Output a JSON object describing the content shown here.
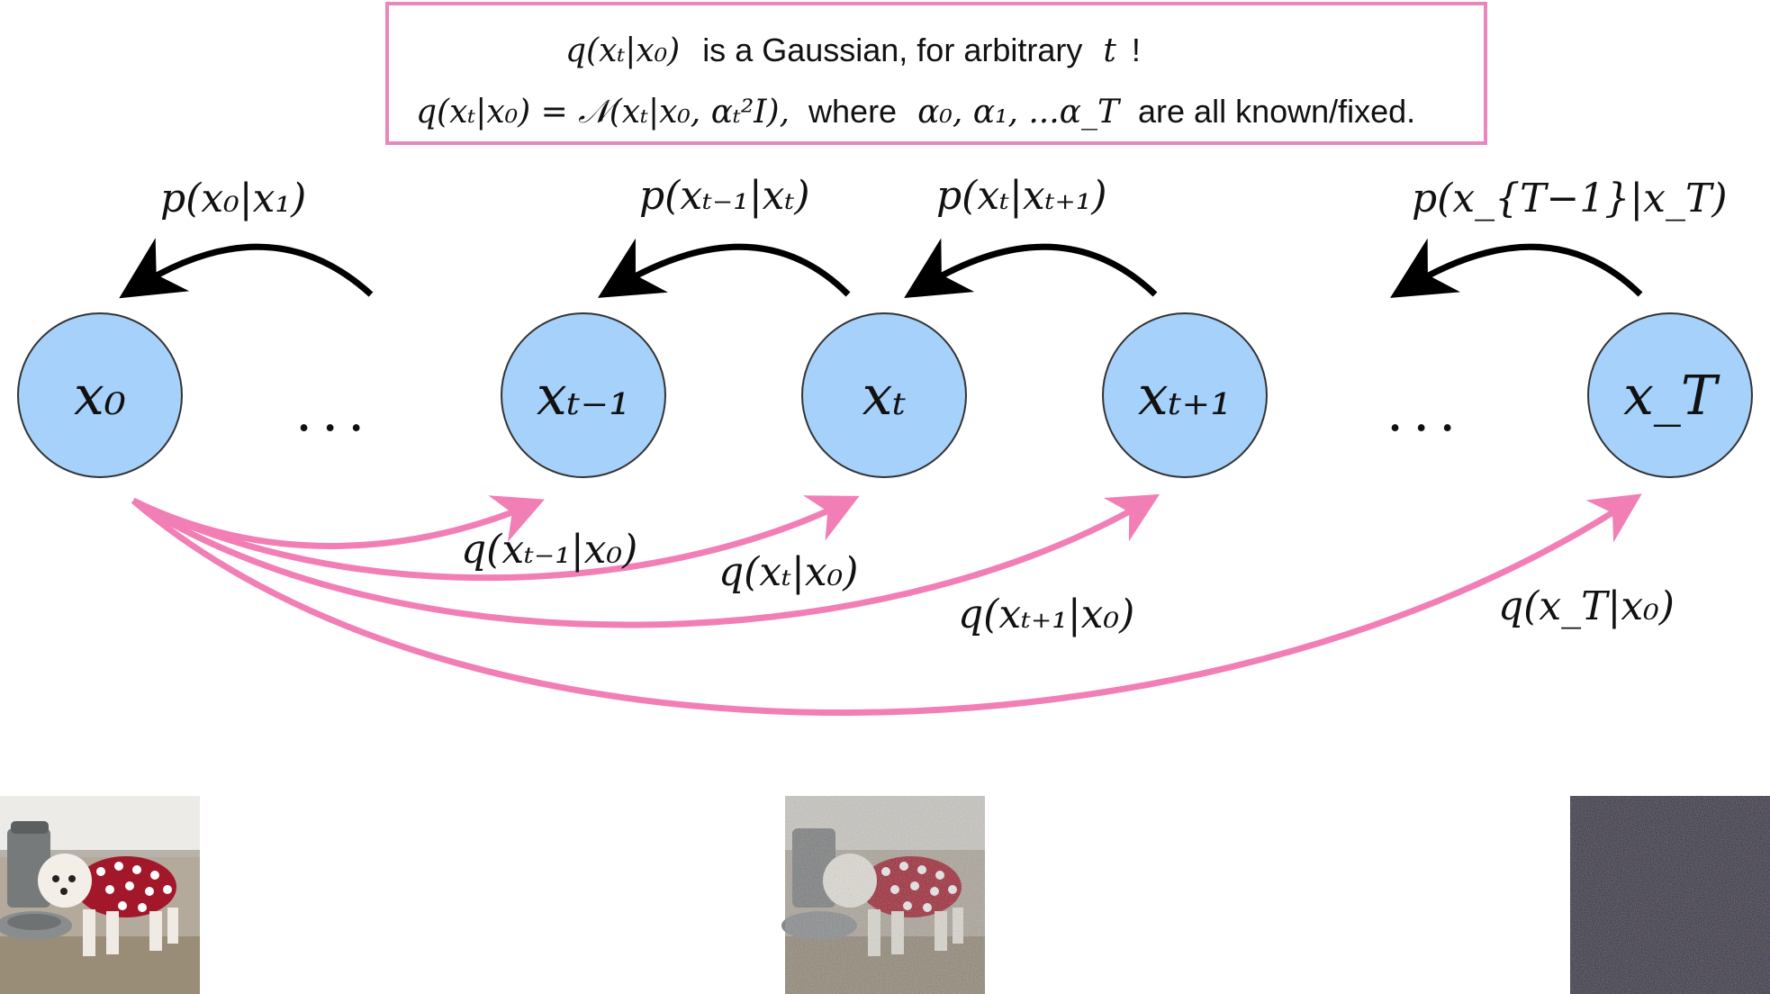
{
  "note": {
    "line1_math": "q(xₜ|x₀)",
    "line1_text": "is a Gaussian, for arbitrary",
    "line1_var": "t",
    "line1_end": "!",
    "line2_math": "q(xₜ|x₀) = 𝒩(xₜ|x₀, αₜ²I),",
    "line2_text1": "where",
    "line2_vars": "α₀, α₁, ...α_T",
    "line2_text2": "are all known/fixed."
  },
  "nodes": [
    {
      "label": "x₀"
    },
    {
      "label": "xₜ₋₁"
    },
    {
      "label": "xₜ"
    },
    {
      "label": "xₜ₊₁"
    },
    {
      "label": "x_T"
    }
  ],
  "ellipses": [
    "...",
    "..."
  ],
  "reverse_labels": [
    "p(x₀|x₁)",
    "p(xₜ₋₁|xₜ)",
    "p(xₜ|xₜ₊₁)",
    "p(x_{T−1}|x_T)"
  ],
  "forward_labels": [
    "q(xₜ₋₁|x₀)",
    "q(xₜ|x₀)",
    "q(xₜ₊₁|x₀)",
    "q(x_T|x₀)"
  ],
  "colors": {
    "node_fill": "#a6d1fb",
    "node_stroke": "#333333",
    "forward_arrow": "#f27eb6",
    "reverse_arrow": "#000000",
    "note_border": "#ea86be"
  },
  "images": [
    {
      "name": "clean-dog-image"
    },
    {
      "name": "noisy-dog-image"
    },
    {
      "name": "pure-noise-image"
    }
  ]
}
